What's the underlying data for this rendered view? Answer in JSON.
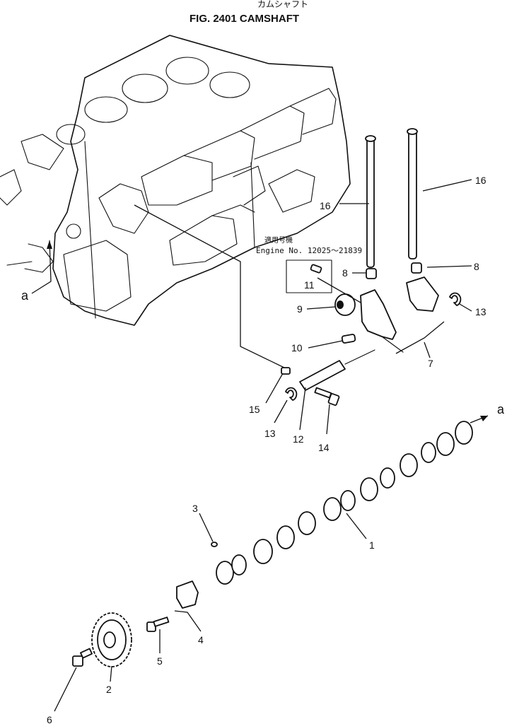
{
  "header": {
    "subtitle_jp": "カムシャフト",
    "title": "FIG. 2401   CAMSHAFT"
  },
  "note": {
    "line1": "適用号機",
    "line2": "Engine No. 12025～21839"
  },
  "callouts": {
    "p1": "1",
    "p2": "2",
    "p3": "3",
    "p4": "4",
    "p5": "5",
    "p6": "6",
    "p7": "7",
    "p8a": "8",
    "p8b": "8",
    "p9": "9",
    "p10": "10",
    "p11": "11",
    "p12": "12",
    "p13a": "13",
    "p13b": "13",
    "p14": "14",
    "p15": "15",
    "p16a": "16",
    "p16b": "16",
    "ref_a_left": "a",
    "ref_a_right": "a"
  }
}
